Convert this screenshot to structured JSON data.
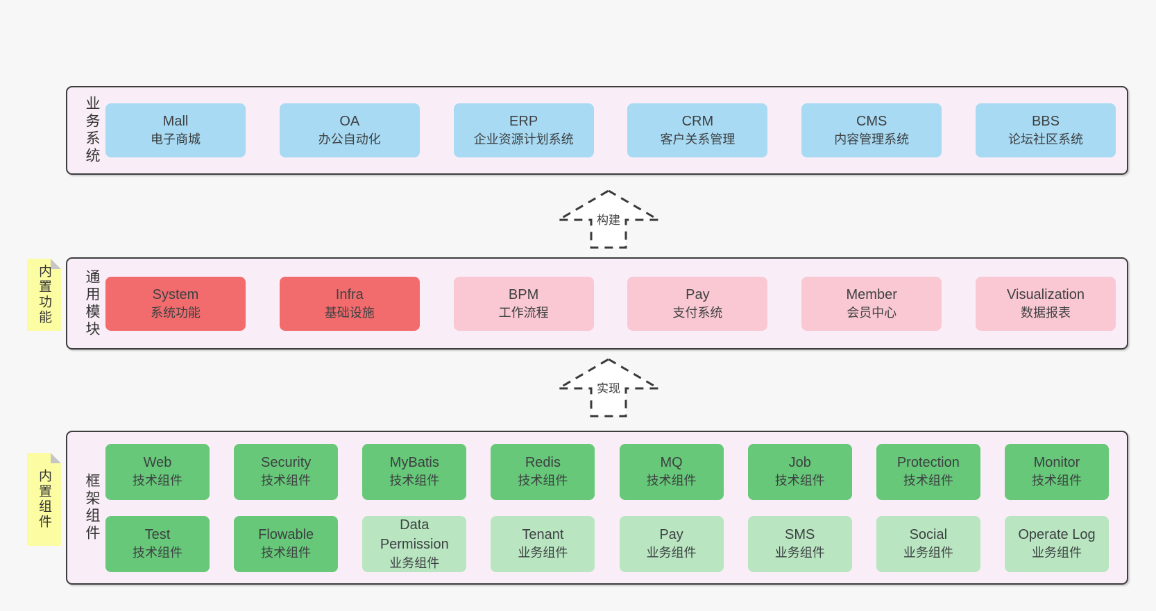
{
  "panels": {
    "business": {
      "label": "业务系统",
      "boxes": [
        {
          "name": "Mall",
          "subtitle": "电子商城"
        },
        {
          "name": "OA",
          "subtitle": "办公自动化"
        },
        {
          "name": "ERP",
          "subtitle": "企业资源计划系统"
        },
        {
          "name": "CRM",
          "subtitle": "客户关系管理"
        },
        {
          "name": "CMS",
          "subtitle": "内容管理系统"
        },
        {
          "name": "BBS",
          "subtitle": "论坛社区系统"
        }
      ]
    },
    "modules": {
      "label": "通用模块",
      "sticky": "内置功能",
      "boxes": [
        {
          "name": "System",
          "subtitle": "系统功能"
        },
        {
          "name": "Infra",
          "subtitle": "基础设施"
        },
        {
          "name": "BPM",
          "subtitle": "工作流程"
        },
        {
          "name": "Pay",
          "subtitle": "支付系统"
        },
        {
          "name": "Member",
          "subtitle": "会员中心"
        },
        {
          "name": "Visualization",
          "subtitle": "数据报表"
        }
      ]
    },
    "components": {
      "label": "框架组件",
      "sticky": "内置组件",
      "row1": [
        {
          "name": "Web",
          "subtitle": "技术组件"
        },
        {
          "name": "Security",
          "subtitle": "技术组件"
        },
        {
          "name": "MyBatis",
          "subtitle": "技术组件"
        },
        {
          "name": "Redis",
          "subtitle": "技术组件"
        },
        {
          "name": "MQ",
          "subtitle": "技术组件"
        },
        {
          "name": "Job",
          "subtitle": "技术组件"
        },
        {
          "name": "Protection",
          "subtitle": "技术组件"
        },
        {
          "name": "Monitor",
          "subtitle": "技术组件"
        }
      ],
      "row2": [
        {
          "name": "Test",
          "subtitle": "技术组件"
        },
        {
          "name": "Flowable",
          "subtitle": "技术组件"
        },
        {
          "name": "Data Permission",
          "subtitle": "业务组件"
        },
        {
          "name": "Tenant",
          "subtitle": "业务组件"
        },
        {
          "name": "Pay",
          "subtitle": "业务组件"
        },
        {
          "name": "SMS",
          "subtitle": "业务组件"
        },
        {
          "name": "Social",
          "subtitle": "业务组件"
        },
        {
          "name": "Operate Log",
          "subtitle": "业务组件"
        }
      ]
    }
  },
  "arrows": [
    {
      "label": "构建"
    },
    {
      "label": "实现"
    }
  ],
  "colors": {
    "background": "#f7f7f7",
    "panel_fill": "#f9eef7",
    "border": "#3d3d3d",
    "blue_box": "#a8daf3",
    "red_box": "#f26c6e",
    "pink_box": "#fac8d2",
    "green_box": "#66c878",
    "light_green_box": "#b9e6c1",
    "sticky_note": "#fcfca2",
    "sticky_fold": "#c6c6c6"
  }
}
